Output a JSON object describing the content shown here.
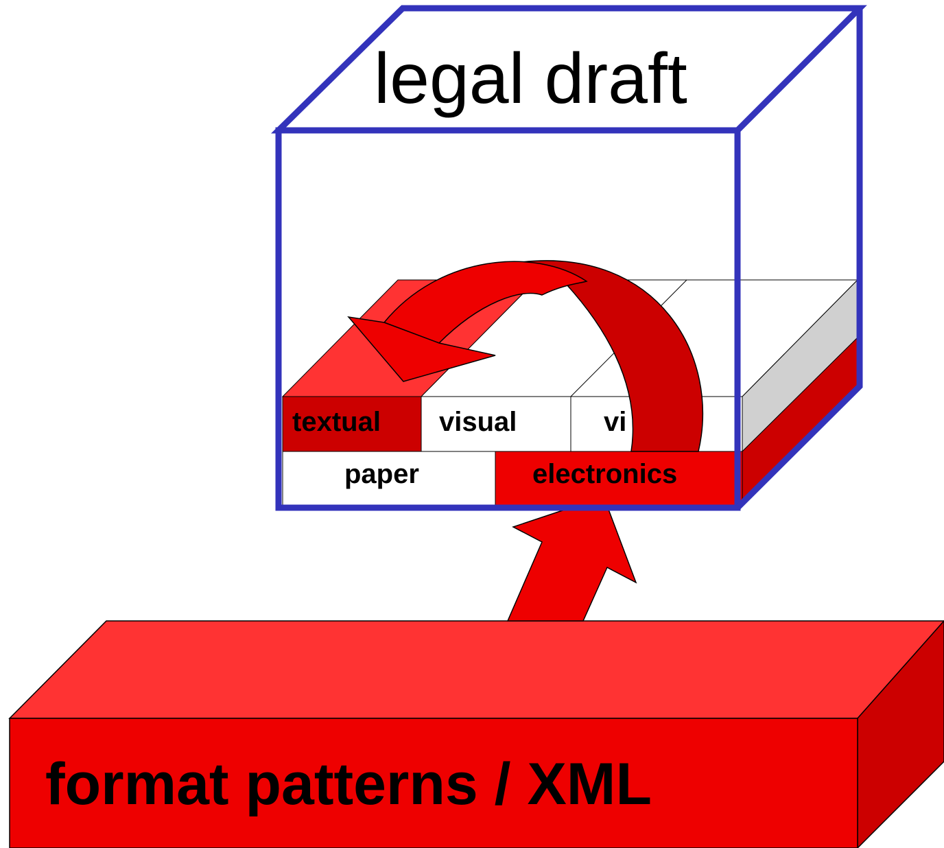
{
  "diagram": {
    "container": {
      "title": "legal draft",
      "frame_color": "#3333bb"
    },
    "block_rows": {
      "top_row": [
        {
          "label": "textual",
          "color": "#cc0000"
        },
        {
          "label": "visual",
          "color": "#ffffff"
        },
        {
          "label": "vi",
          "color": "#ffffff"
        }
      ],
      "bottom_row": [
        {
          "label": "paper",
          "color": "#ffffff"
        },
        {
          "label": "electronics",
          "color": "#ee0000"
        }
      ]
    },
    "base_block": {
      "label": "format patterns / XML",
      "front_color": "#ee0000",
      "top_color": "#ff3333",
      "side_color": "#cc0000"
    },
    "icons": [
      "curved-arrow-icon",
      "up-arrow-icon"
    ]
  }
}
